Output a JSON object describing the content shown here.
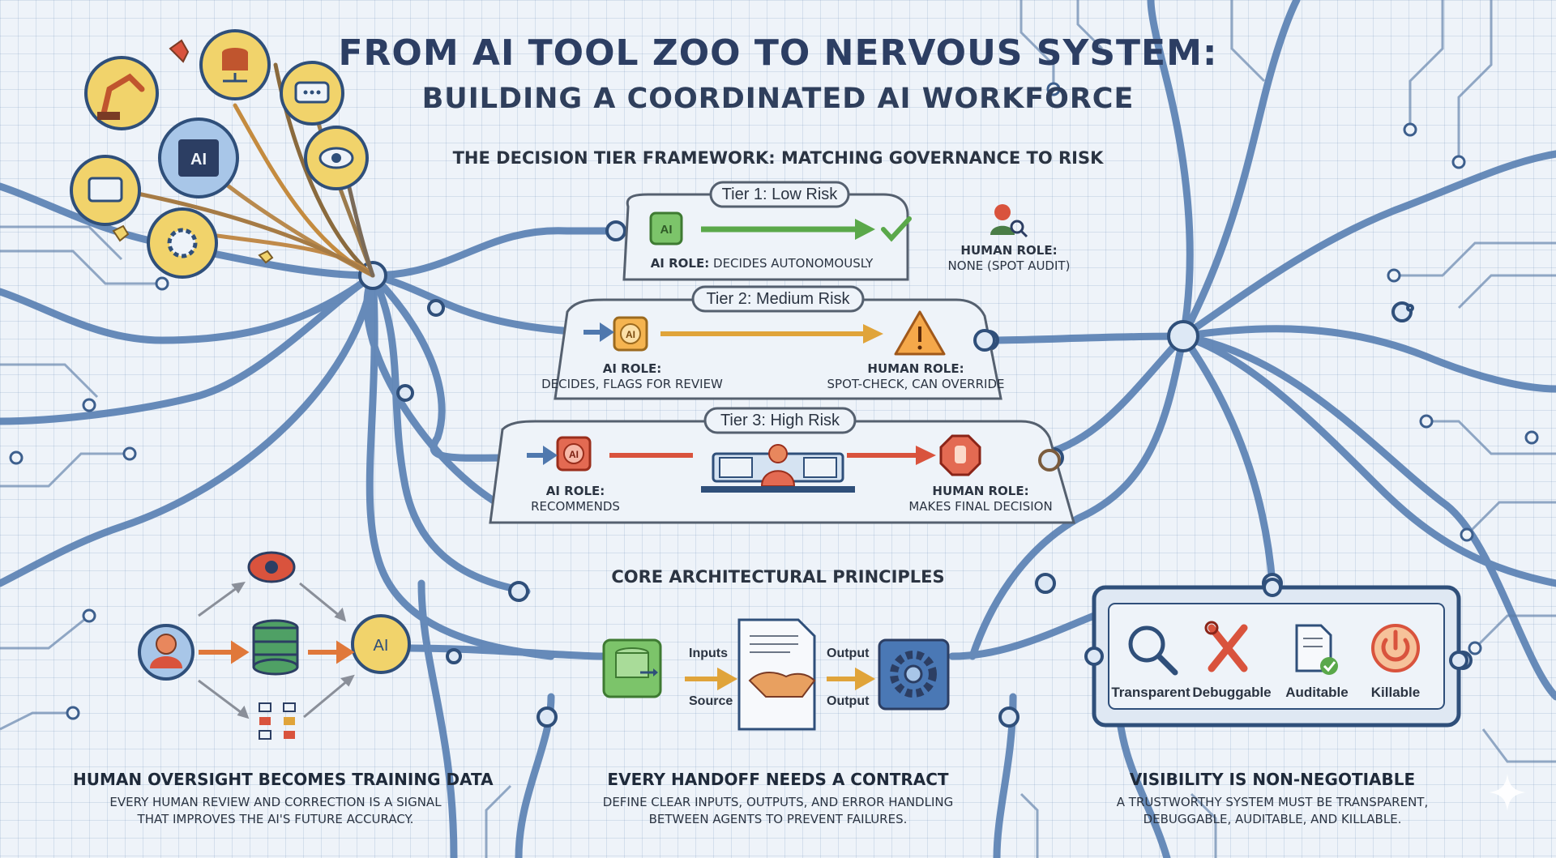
{
  "header": {
    "title": "FROM AI TOOL ZOO TO NERVOUS SYSTEM:",
    "subtitle": "BUILDING A COORDINATED AI WORKFORCE"
  },
  "tier_framework": {
    "heading": "THE DECISION TIER FRAMEWORK: MATCHING GOVERNANCE TO RISK",
    "tiers": [
      {
        "label": "Tier 1: Low Risk",
        "ai_role_heading": "AI ROLE:",
        "ai_role_text": "DECIDES AUTONOMOUSLY",
        "human_role_heading": "HUMAN ROLE:",
        "human_role_text": "NONE (SPOT AUDIT)",
        "color": "#5aa84a"
      },
      {
        "label": "Tier 2: Medium Risk",
        "ai_role_heading": "AI ROLE:",
        "ai_role_text": "DECIDES, FLAGS FOR REVIEW",
        "human_role_heading": "HUMAN ROLE:",
        "human_role_text": "SPOT-CHECK, CAN OVERRIDE",
        "color": "#e0a43a"
      },
      {
        "label": "Tier 3: High Risk",
        "ai_role_heading": "AI ROLE:",
        "ai_role_text": "RECOMMENDS",
        "human_role_heading": "HUMAN ROLE:",
        "human_role_text": "MAKES FINAL DECISION",
        "color": "#d9533d"
      }
    ]
  },
  "principles": {
    "heading": "CORE ARCHITECTURAL PRINCIPLES",
    "handoff": {
      "inputs_label": "Inputs",
      "source_label": "Source",
      "output_label_1": "Output",
      "output_label_2": "Output"
    },
    "visibility_items": [
      {
        "label": "Transparent",
        "icon": "magnifier-icon"
      },
      {
        "label": "Debuggable",
        "icon": "tools-icon"
      },
      {
        "label": "Auditable",
        "icon": "checked-document-icon"
      },
      {
        "label": "Killable",
        "icon": "power-icon"
      }
    ],
    "columns": [
      {
        "heading": "HUMAN OVERSIGHT BECOMES TRAINING DATA",
        "desc_line1": "EVERY HUMAN REVIEW AND CORRECTION IS A SIGNAL",
        "desc_line2": "THAT IMPROVES THE AI'S FUTURE ACCURACY."
      },
      {
        "heading": "EVERY HANDOFF NEEDS A CONTRACT",
        "desc_line1": "DEFINE CLEAR INPUTS, OUTPUTS, AND ERROR HANDLING",
        "desc_line2": "BETWEEN AGENTS TO PREVENT FAILURES."
      },
      {
        "heading": "VISIBILITY IS NON-NEGOTIABLE",
        "desc_line1": "A TRUSTWORTHY SYSTEM MUST BE TRANSPARENT,",
        "desc_line2": "DEBUGGABLE, AUDITABLE, AND KILLABLE."
      }
    ]
  },
  "icons": {
    "ai_chip_text": "AI",
    "colors": {
      "navy": "#2c3e63",
      "blue": "#4a78b5",
      "yellow": "#f1d36b",
      "green": "#5aa84a",
      "orange": "#e0a43a",
      "red": "#d9533d"
    }
  }
}
